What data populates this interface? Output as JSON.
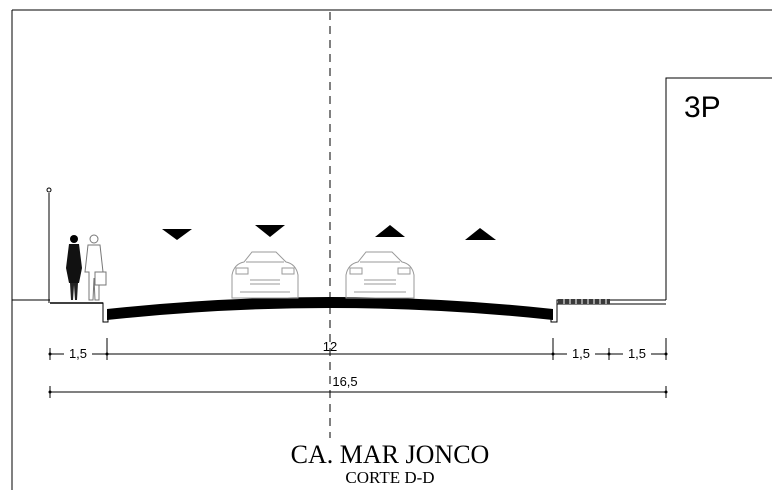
{
  "drawing": {
    "section_tag": "3P",
    "street_name": "CA. MAR JONCO",
    "section_name": "CORTE D-D"
  },
  "dimensions": {
    "left_sidewalk": "1,5",
    "roadway": "12",
    "right_strip": "1,5",
    "right_sidewalk": "1,5",
    "total": "16,5"
  },
  "traffic_arrows": [
    "down",
    "down",
    "up",
    "up"
  ]
}
